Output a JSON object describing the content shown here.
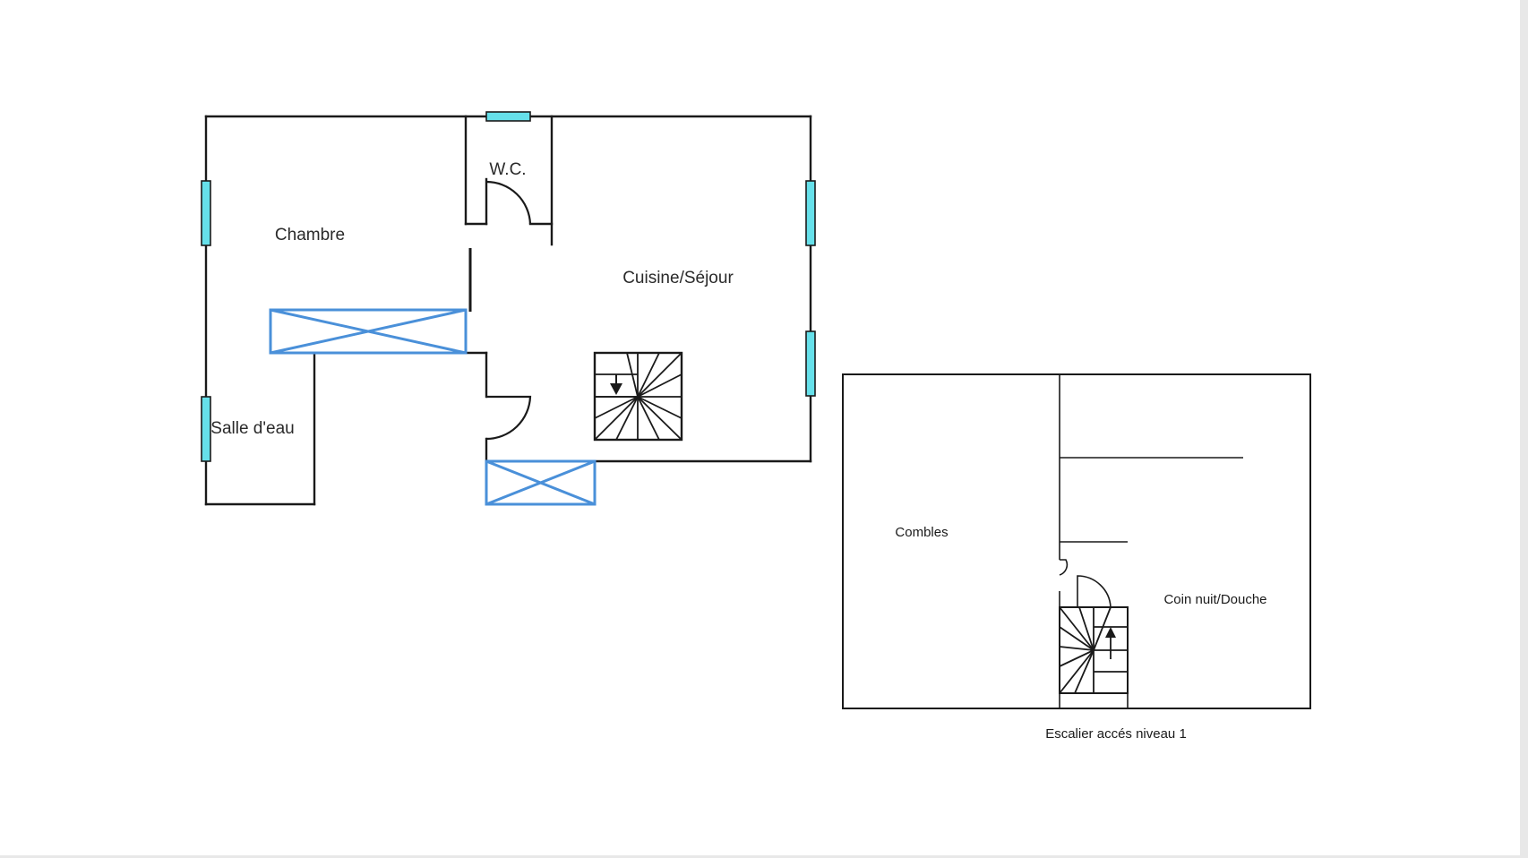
{
  "floor_ground": {
    "rooms": {
      "chambre": "Chambre",
      "wc": "W.C.",
      "cuisine": "Cuisine/Séjour",
      "salle_eau": "Salle d'eau"
    }
  },
  "floor_upper": {
    "rooms": {
      "combles": "Combles",
      "coin_nuit": "Coin nuit/Douche"
    },
    "caption": "Escalier accés niveau 1"
  },
  "colors": {
    "walls": "#1a1a1a",
    "windows": "#66e0ea",
    "cabinets": "#4a90d9",
    "background": "#ffffff"
  }
}
